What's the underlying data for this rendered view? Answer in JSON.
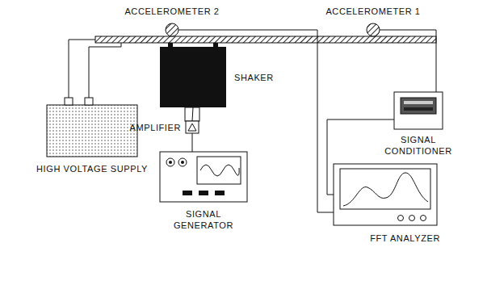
{
  "diagram": {
    "nodes": [
      {
        "text": [
          "ACCELEROMETER 2"
        ]
      },
      {
        "text": [
          "ACCELEROMETER 1"
        ]
      },
      {
        "text": [
          "SHAKER"
        ]
      },
      {
        "text": [
          "HIGH VOLTAGE SUPPLY"
        ]
      },
      {
        "text": [
          "AMPLIFIER"
        ]
      },
      {
        "text": [
          "SIGNAL CONDITIONER"
        ]
      },
      {
        "text": [
          "SIGNAL GENERATOR"
        ]
      },
      {
        "text": [
          "FFT ANALYZER"
        ]
      }
    ],
    "edges": [
      {
        "from": 0,
        "to": 7,
        "arrow": "none"
      },
      {
        "from": 1,
        "to": 5,
        "arrow": "none"
      },
      {
        "from": 5,
        "to": 7,
        "arrow": "none"
      },
      {
        "from": 2,
        "to": 4,
        "arrow": "none"
      },
      {
        "from": 4,
        "to": 6,
        "arrow": "none"
      }
    ]
  }
}
